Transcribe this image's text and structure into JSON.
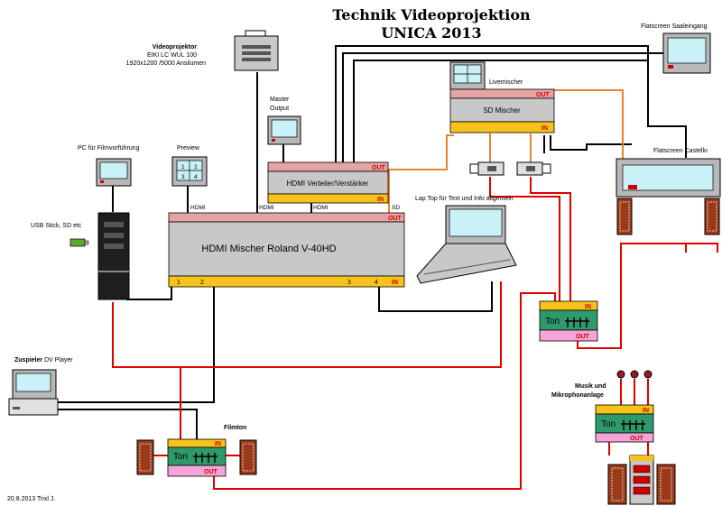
{
  "title_line1": "Technik Videoprojektion",
  "title_line2": "UNICA 2013",
  "projector": {
    "heading": "Videoprojektor",
    "model": "EIKI LC WUL 100",
    "spec": "1920x1200 /5000 Ansilumen"
  },
  "master_output": {
    "line1": "Master",
    "line2": "Output"
  },
  "pc_label": "PC für Filmvorführung",
  "preview": {
    "label": "Preview",
    "cells": [
      "1",
      "2",
      "3",
      "4"
    ]
  },
  "usb_label": "USB Stick, SD etc",
  "verteiler": {
    "label": "HDMI Verteiler/Verstärker",
    "out": "OUT",
    "in": "IN"
  },
  "mischer": {
    "label": "HDMI Mischer Roland V-40HD",
    "out": "OUT",
    "in": "IN",
    "inputs": [
      "1",
      "2",
      "3",
      "4"
    ],
    "hdmi_labels": [
      "HDMI",
      "HDMI",
      "HDMI"
    ],
    "sd_label": "SD"
  },
  "live": {
    "label": "Livemischer",
    "box": "SD Mischer",
    "out": "OUT",
    "in": "IN"
  },
  "flat1": {
    "label": "Flatscreen Saaleingang"
  },
  "flat2": {
    "label": "Flatscreen Castello"
  },
  "laptop_label": "Lap Top für Text und Info allgemein",
  "zuspieler": {
    "prefix": "Zuspieler",
    "rest": " DV Player"
  },
  "filmton": {
    "label": "Filmton",
    "in": "IN",
    "box": "Ton",
    "out": "OUT"
  },
  "ton_mid": {
    "in": "IN",
    "box": "Ton",
    "out": "OUT"
  },
  "musik": {
    "line1": "Musik und",
    "line2": "Mikrophonanlage",
    "in": "IN",
    "box": "Ton",
    "out": "OUT"
  },
  "footer": "20.8.2013 Trixl J.",
  "colors": {
    "red_wire": "#e00000",
    "orange_wire": "#e8842c",
    "black_wire": "#000000",
    "out_bar": "#e6a3a3",
    "in_bar": "#f7c21a",
    "gray_box": "#c8c8c8",
    "ton_green": "#2e9a6b",
    "out_pink": "#f5a3d8",
    "screen": "#c9f1f7"
  }
}
